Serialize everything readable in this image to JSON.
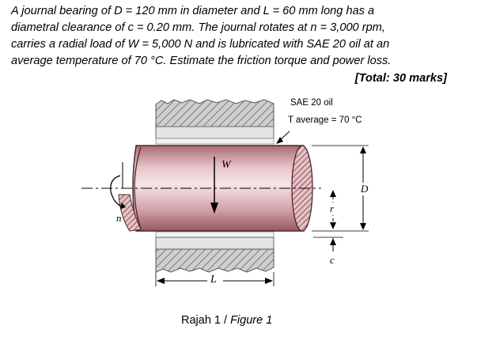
{
  "problem": {
    "lines": [
      "A journal bearing of D = 120 mm in diameter and L = 60 mm long has a",
      "diametral clearance of c = 0.20 mm. The journal rotates at n = 3,000 rpm,",
      "carries a radial load of W = 5,000 N and is lubricated with SAE 20 oil at an",
      "average temperature of 70 °C. Estimate the friction torque and power loss."
    ],
    "marks": "[Total: 30 marks]"
  },
  "figure": {
    "oil_label": "SAE 20 oil",
    "temp_label": "T average = 70 °C",
    "load_label": "W",
    "length_label": "L",
    "diameter_label": "D",
    "radius_label": "r",
    "clearance_label": "c",
    "speed_label": "n",
    "colors": {
      "journal_dark": "#9a5a66",
      "journal_light": "#f4dce0",
      "hatch": "#6b2c34",
      "bearing": "#8c8c8c"
    }
  },
  "caption": {
    "malay": "Rajah 1",
    "sep": " / ",
    "english": "Figure 1"
  }
}
